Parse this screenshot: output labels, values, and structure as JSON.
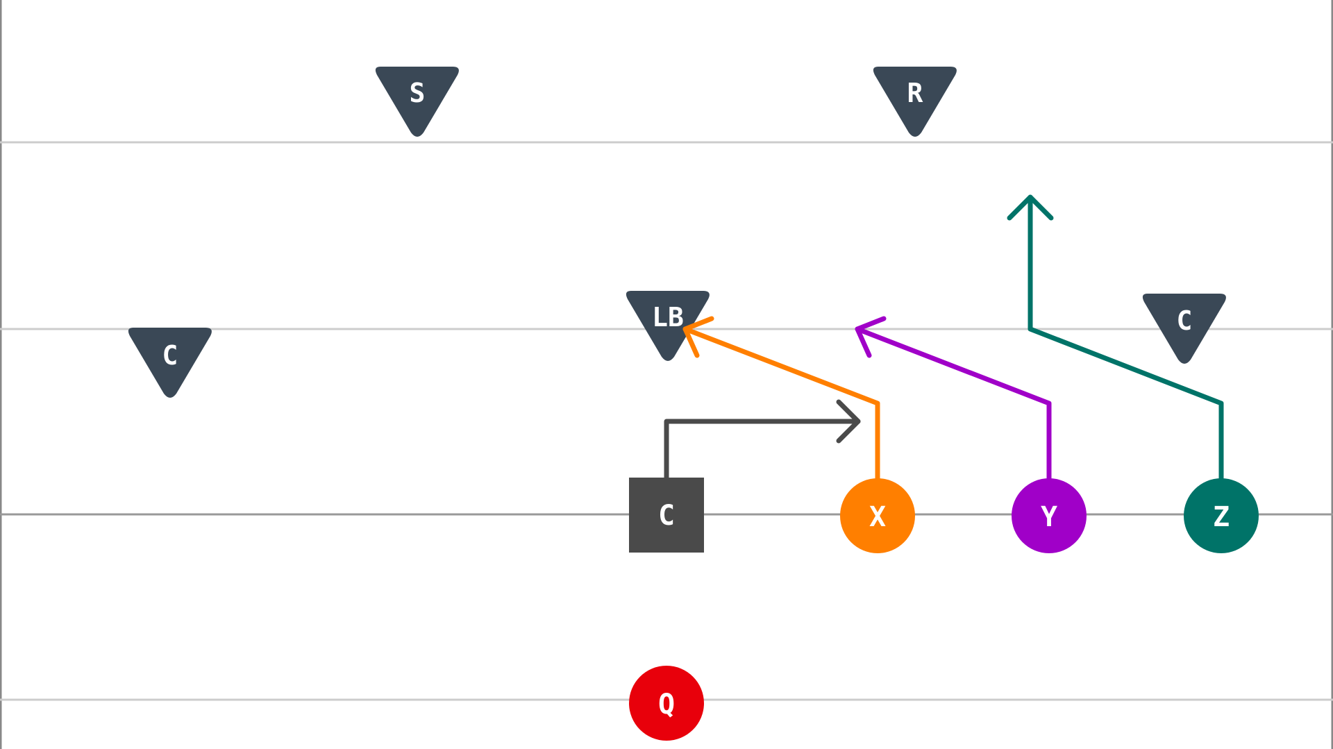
{
  "colors": {
    "background": "#ffffff",
    "yard_line": "#cccccc",
    "line_of_scrimmage": "#999999",
    "sideline": "#888888",
    "defense": "#3a4856",
    "center": "#4a4a4a",
    "qb": "#e8000b",
    "x": "#ff7f00",
    "y": "#a000c8",
    "z": "#007368",
    "label": "#ffffff"
  },
  "defense": [
    {
      "id": "s",
      "label": "S"
    },
    {
      "id": "r",
      "label": "R"
    },
    {
      "id": "lb",
      "label": "LB"
    },
    {
      "id": "cb-left",
      "label": "C"
    },
    {
      "id": "cb-right",
      "label": "C"
    }
  ],
  "offense": [
    {
      "id": "center",
      "label": "C",
      "shape": "square",
      "color_key": "center"
    },
    {
      "id": "x",
      "label": "X",
      "shape": "circle",
      "color_key": "x"
    },
    {
      "id": "y",
      "label": "Y",
      "shape": "circle",
      "color_key": "y"
    },
    {
      "id": "z",
      "label": "Z",
      "shape": "circle",
      "color_key": "z"
    },
    {
      "id": "qb",
      "label": "Q",
      "shape": "circle",
      "color_key": "qb"
    }
  ],
  "routes": [
    {
      "player": "center",
      "type": "out-right",
      "color_key": "center"
    },
    {
      "player": "x",
      "type": "post",
      "color_key": "x"
    },
    {
      "player": "y",
      "type": "post",
      "color_key": "y"
    },
    {
      "player": "z",
      "type": "corner-go",
      "color_key": "z"
    }
  ]
}
